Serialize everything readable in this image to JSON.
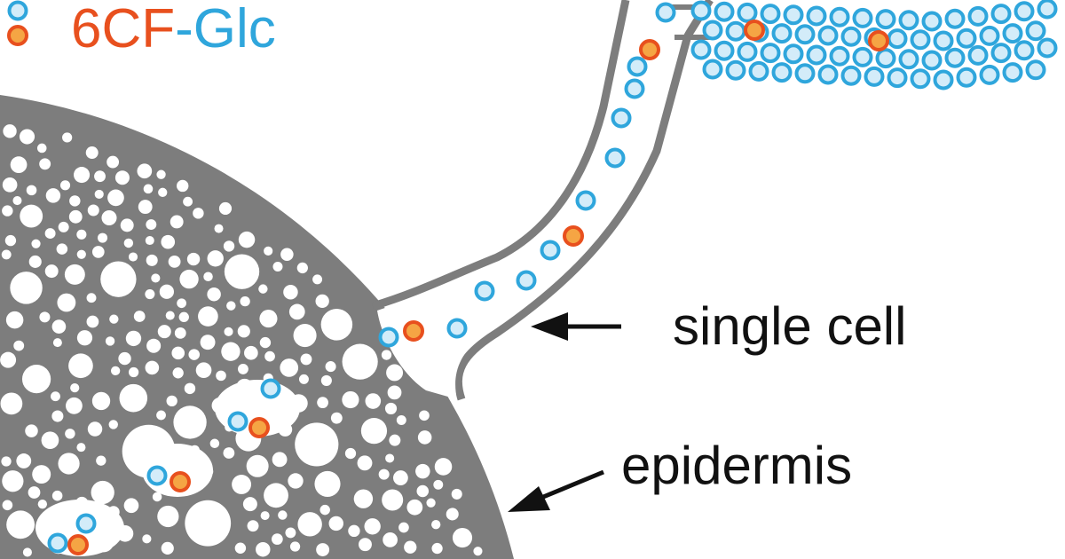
{
  "legend": {
    "part1": "6CF",
    "part2": "-Glc"
  },
  "labels": {
    "single_cell": "single cell",
    "epidermis": "epidermis"
  },
  "colors": {
    "orange": "#e8501e",
    "orange_fill": "#f5a544",
    "blue": "#2fa6dc",
    "blue_fill": "#d3ecf9",
    "tissue": "#7d7d7d"
  }
}
